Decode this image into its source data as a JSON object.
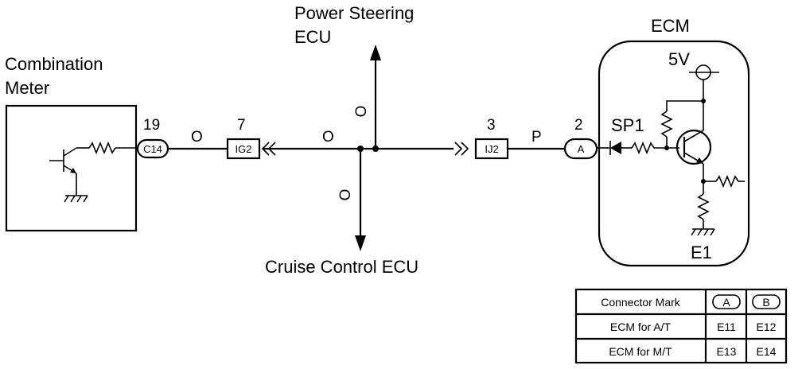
{
  "labels": {
    "power_steering_line1": "Power Steering",
    "power_steering_line2": "ECU",
    "combination_line1": "Combination",
    "combination_line2": "Meter",
    "cruise_control": "Cruise Control ECU",
    "ecm": "ECM",
    "five_v": "5V",
    "sp1": "SP1",
    "e1": "E1"
  },
  "pins": {
    "pin19": "19",
    "pin7": "7",
    "pin3": "3",
    "pin2": "2"
  },
  "connectors": {
    "c14": "C14",
    "ig2": "IG2",
    "ij2": "IJ2",
    "a": "A"
  },
  "wire_colors": {
    "o_left": "O",
    "o_mid": "O",
    "o_up": "O",
    "o_down": "O",
    "p": "P"
  },
  "table": {
    "header": [
      "Connector Mark",
      "A",
      "B"
    ],
    "rows": [
      [
        "ECM for A/T",
        "E11",
        "E12"
      ],
      [
        "ECM for M/T",
        "E13",
        "E14"
      ]
    ]
  }
}
